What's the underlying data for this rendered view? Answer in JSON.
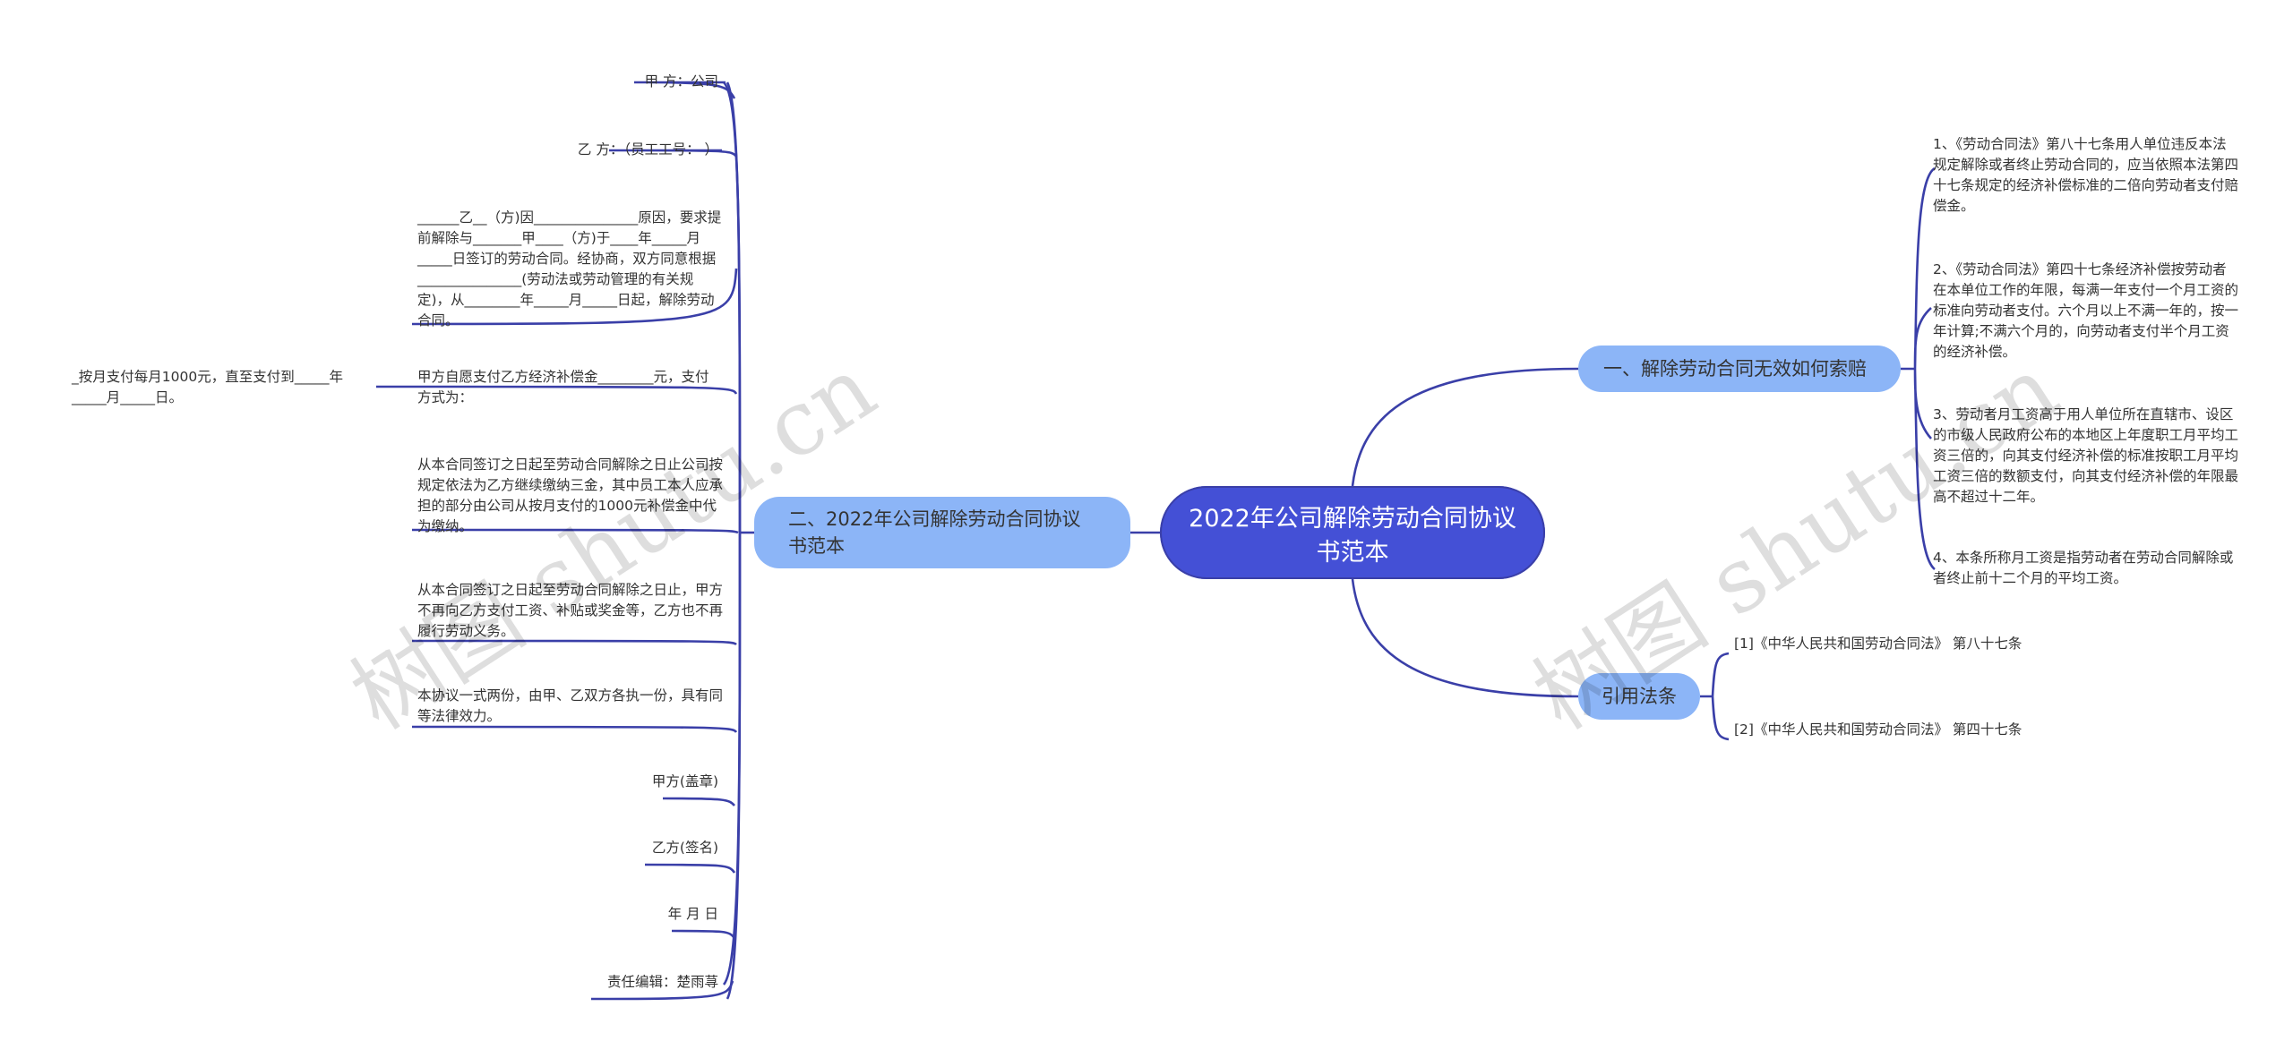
{
  "root": {
    "title": "2022年公司解除劳动合同协议书范本"
  },
  "left_branch": {
    "title": "二、2022年公司解除劳动合同协议书范本",
    "items": [
      "甲 方：公司",
      "乙 方：（员工工号：  ）",
      "______乙__（方)因_______________原因，要求提前解除与_______甲____（方)于____年_____月_____日签订的劳动合同。经协商，双方同意根据_______________(劳动法或劳动管理的有关规定)，从________年_____月_____日起，解除劳动合同。",
      "甲方自愿支付乙方经济补偿金________元，支付方式为：",
      "从本合同签订之日起至劳动合同解除之日止公司按规定依法为乙方继续缴纳三金，其中员工本人应承担的部分由公司从按月支付的1000元补偿金中代为缴纳。",
      "从本合同签订之日起至劳动合同解除之日止，甲方不再向乙方支付工资、补贴或奖金等，乙方也不再履行劳动义务。",
      "本协议一式两份，由甲、乙双方各执一份，具有同等法律效力。",
      "甲方(盖章)",
      "乙方(签名)",
      "年 月 日",
      "责任编辑：楚雨荨"
    ],
    "sub_item": "_按月支付每月1000元，直至支付到_____年_____月_____日。"
  },
  "right_branch_1": {
    "title": "一、解除劳动合同无效如何索赔",
    "items": [
      "1、《劳动合同法》第八十七条用人单位违反本法规定解除或者终止劳动合同的，应当依照本法第四十七条规定的经济补偿标准的二倍向劳动者支付赔偿金。",
      "2、《劳动合同法》第四十七条经济补偿按劳动者在本单位工作的年限，每满一年支付一个月工资的标准向劳动者支付。六个月以上不满一年的，按一年计算;不满六个月的，向劳动者支付半个月工资的经济补偿。",
      "3、劳动者月工资高于用人单位所在直辖市、设区的市级人民政府公布的本地区上年度职工月平均工资三倍的，向其支付经济补偿的标准按职工月平均工资三倍的数额支付，向其支付经济补偿的年限最高不超过十二年。",
      "4、本条所称月工资是指劳动者在劳动合同解除或者终止前十二个月的平均工资。"
    ]
  },
  "right_branch_2": {
    "title": "引用法条",
    "items": [
      "[1]《中华人民共和国劳动合同法》 第八十七条",
      "[2]《中华人民共和国劳动合同法》 第四十七条"
    ]
  },
  "watermarks": [
    "树图 shutu.cn",
    "树图 shutu.cn"
  ],
  "colors": {
    "root": "#4450d6",
    "branch": "#8cb5f7",
    "line": "#3a3fa8"
  }
}
